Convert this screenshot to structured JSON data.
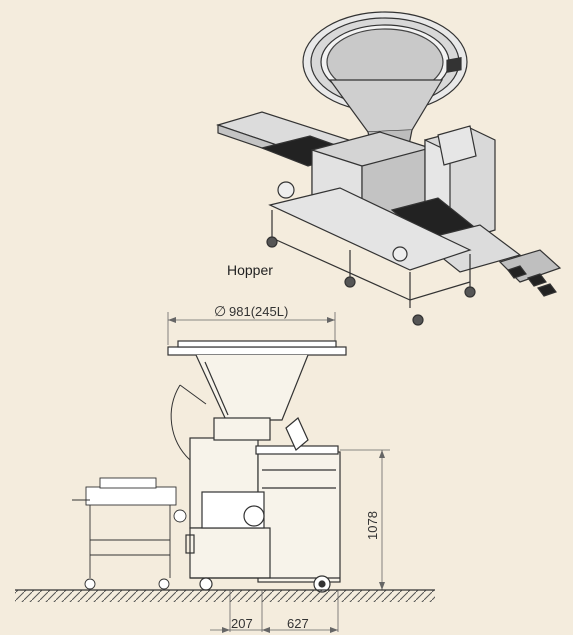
{
  "caption": "Hopper",
  "dimensions": {
    "hopper_diameter": "981(245L)",
    "diameter_symbol": "∅",
    "height": "1078",
    "width_left": "207",
    "width_right": "627"
  }
}
